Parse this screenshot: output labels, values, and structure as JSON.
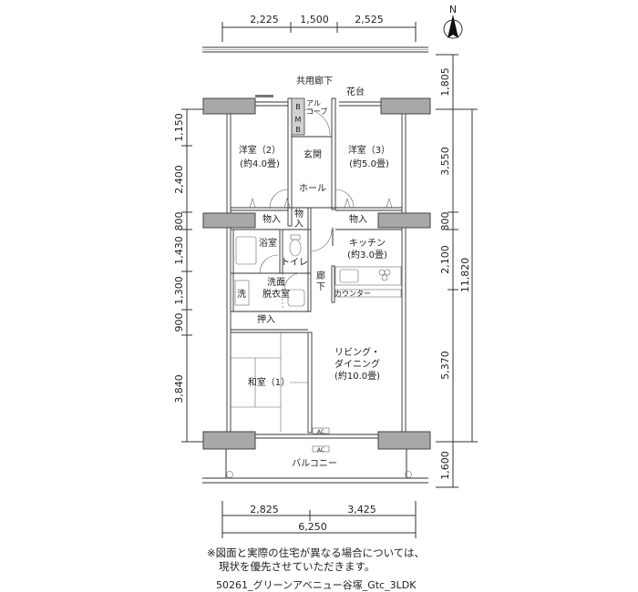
{
  "dimensions": {
    "top": [
      "2,225",
      "1,500",
      "2,525"
    ],
    "bottom": [
      "2,825",
      "3,425"
    ],
    "bottom_total": "6,250",
    "left": [
      "1,150",
      "2,400",
      "800",
      "1,430",
      "1,300",
      "900",
      "3,840"
    ],
    "right": [
      "1,805",
      "3,550",
      "800",
      "2,100",
      "5,370",
      "1,600"
    ],
    "right_total": "11,820"
  },
  "compass": {
    "label": "N"
  },
  "rooms": {
    "corridor": "共用廊下",
    "planter": "花台",
    "mb": [
      "B",
      "M",
      "B"
    ],
    "alcove": [
      "アル",
      "コーブ"
    ],
    "western2": [
      "洋室（2）",
      "(約4.0畳)"
    ],
    "entrance": "玄関",
    "western3": [
      "洋室（3）",
      "(約5.0畳)"
    ],
    "hall": "ホール",
    "closet_left": "物入",
    "closet_mid": [
      "物",
      "入"
    ],
    "closet_right": "物入",
    "bath": "浴室",
    "toilet": "トイレ",
    "kitchen": [
      "キッチン",
      "(約3.0畳)"
    ],
    "hallway": [
      "廊",
      "下"
    ],
    "washroom": [
      "洗面",
      "脱衣室"
    ],
    "washer": "洗",
    "counter": "カウンター",
    "oshiire": "押入",
    "living": [
      "リビング・",
      "ダイニング",
      "(約10.0畳)"
    ],
    "japanese": "和室（1）",
    "ac1": "AC",
    "ac2": "AC",
    "balcony": "バルコニー"
  },
  "notes": {
    "line1": "※図面と実際の住宅が異なる場合については、",
    "line2": "現状を優先させていただきます。",
    "caption": "50261_グリーンアベニュー谷塚_Gtc_3LDK"
  }
}
